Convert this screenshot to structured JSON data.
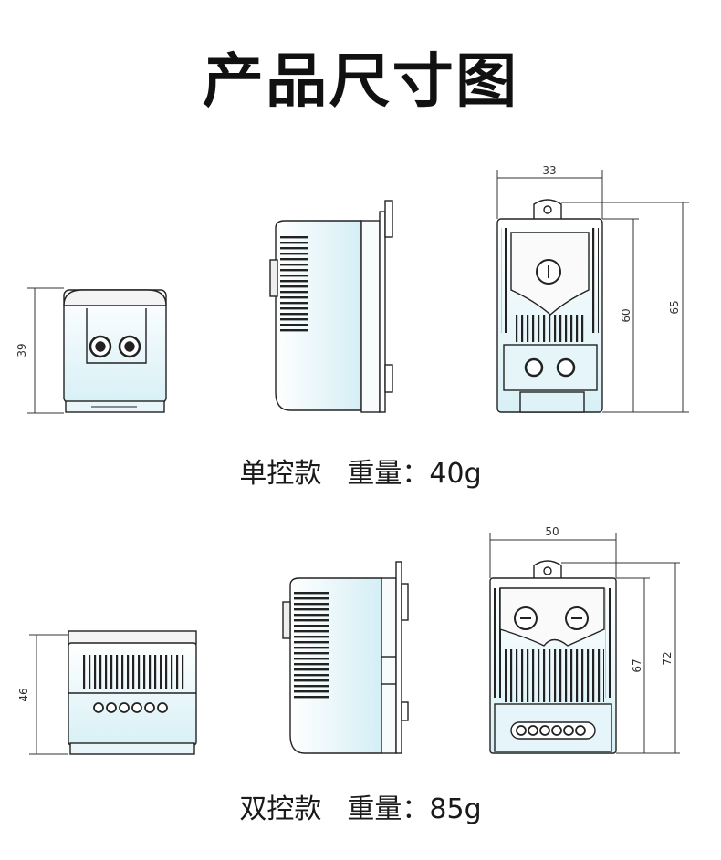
{
  "title": "产品尺寸图",
  "single": {
    "model": "单控款",
    "weight": "重量：40g",
    "dims": {
      "height_side": "39",
      "width": "33",
      "height_inner": "60",
      "height_outer": "65"
    }
  },
  "double": {
    "model": "双控款",
    "weight": "重量：85g",
    "dims": {
      "height_side": "46",
      "width": "50",
      "height_inner": "67",
      "height_outer": "72"
    }
  }
}
